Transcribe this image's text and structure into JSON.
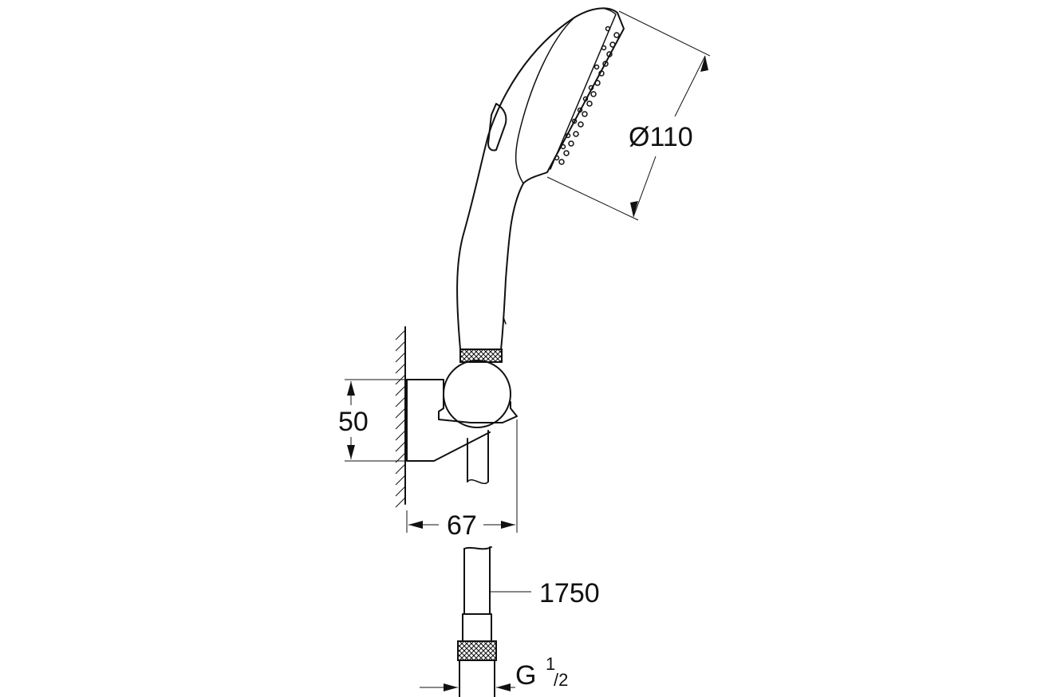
{
  "dimensions": {
    "diameter": "Ø110",
    "holder_height": "50",
    "holder_depth": "67",
    "hose_length": "1750",
    "thread_main": "G",
    "thread_num": "1",
    "thread_den": "/2"
  },
  "colors": {
    "line": "#111111",
    "background": "#ffffff"
  }
}
